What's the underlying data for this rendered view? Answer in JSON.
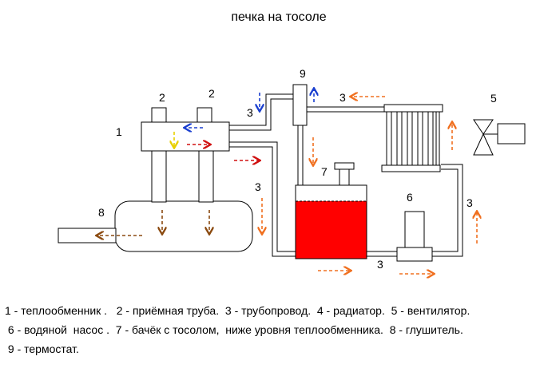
{
  "title": "печка на тосоле",
  "labels": {
    "heat_exchanger": "1",
    "intake_pipe_left": "2",
    "intake_pipe_right": "2",
    "pipe_top": "3",
    "pipe_radiator": "3",
    "pipe_right": "3",
    "pipe_middle": "3",
    "pipe_bottom": "3",
    "fan": "5",
    "pump": "6",
    "tank": "7",
    "muffler": "8",
    "thermostat": "9"
  },
  "legend": {
    "line1": "1 - теплообменник .   2 - приёмная труба.  3 - трубопровод.  4 - радиатор.  5 - вентилятор.",
    "line2": " 6 - водяной  насос .  7 - бачёк с тосолом,  ниже уровня теплообменника.  8 - глушитель.",
    "line3": " 9 - термостат."
  },
  "colors": {
    "coolant": "#ff0000",
    "flow_warm": "#f07020",
    "flow_cold": "#1a3fd0",
    "flow_hot": "#d01010",
    "flow_exhaust": "#8b4a10",
    "flow_yellow": "#e8d000"
  }
}
